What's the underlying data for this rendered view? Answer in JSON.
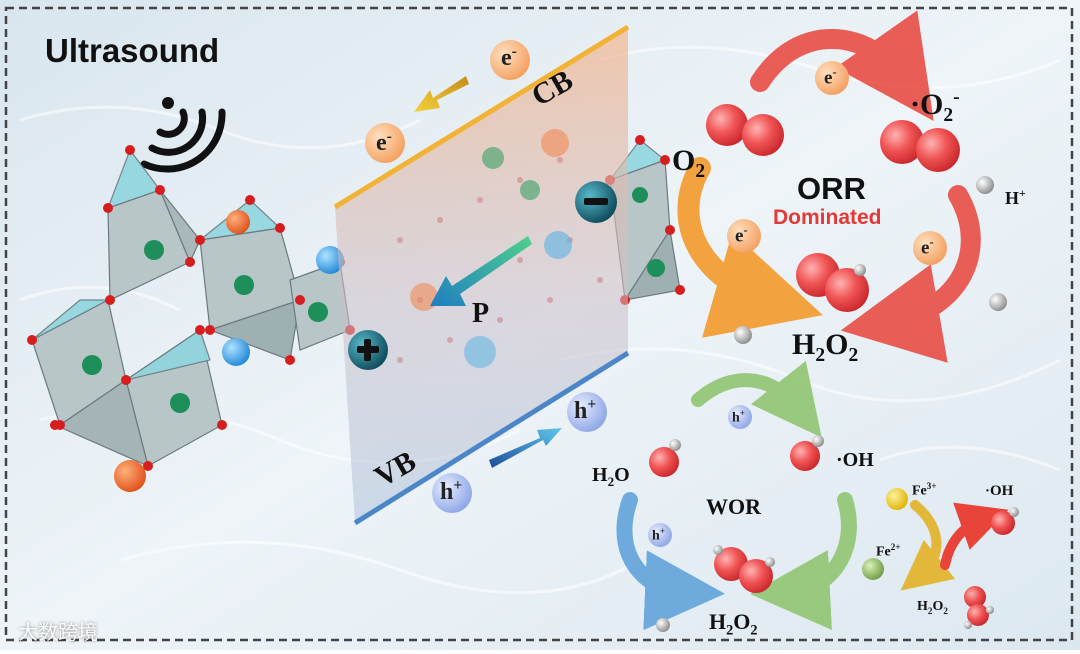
{
  "ultrasound_label": "Ultrasound",
  "cb_label": "CB",
  "vb_label": "VB",
  "p_label": "P",
  "orr_label": "ORR",
  "orr_sub": "Dominated",
  "wor_label": "WOR",
  "o2_label": "O",
  "o2_sub": "2",
  "superoxide_label": "·O",
  "superoxide_sub": "2",
  "superoxide_sup": "-",
  "h2o2_main_a": "H",
  "h2o2_main_b": "O",
  "h2o2_sub": "2",
  "hplus_label": "H",
  "hplus_sup": "+",
  "oh_label": "·OH",
  "h2o_label_a": "H",
  "h2o_label_sub": "2",
  "h2o_label_b": "O",
  "fe3_label": "Fe",
  "fe3_sup": "3+",
  "fe2_label": "Fe",
  "fe2_sup": "2+",
  "electron_label": "e",
  "electron_sup": "-",
  "hole_label": "h",
  "hole_sup": "+",
  "plus_sign": "+",
  "minus_sign": "−",
  "watermark": "大数跨境",
  "colors": {
    "cb_line": "#f2b335",
    "vb_line": "#4a86c8",
    "orr_arrow_red": "#e8443a",
    "orr_arrow_orange": "#f39a2b",
    "wor_arrow_green": "#8cc36a",
    "wor_arrow_blue": "#5aa0d8",
    "dominated_red": "#e53935",
    "border": "#444444"
  }
}
